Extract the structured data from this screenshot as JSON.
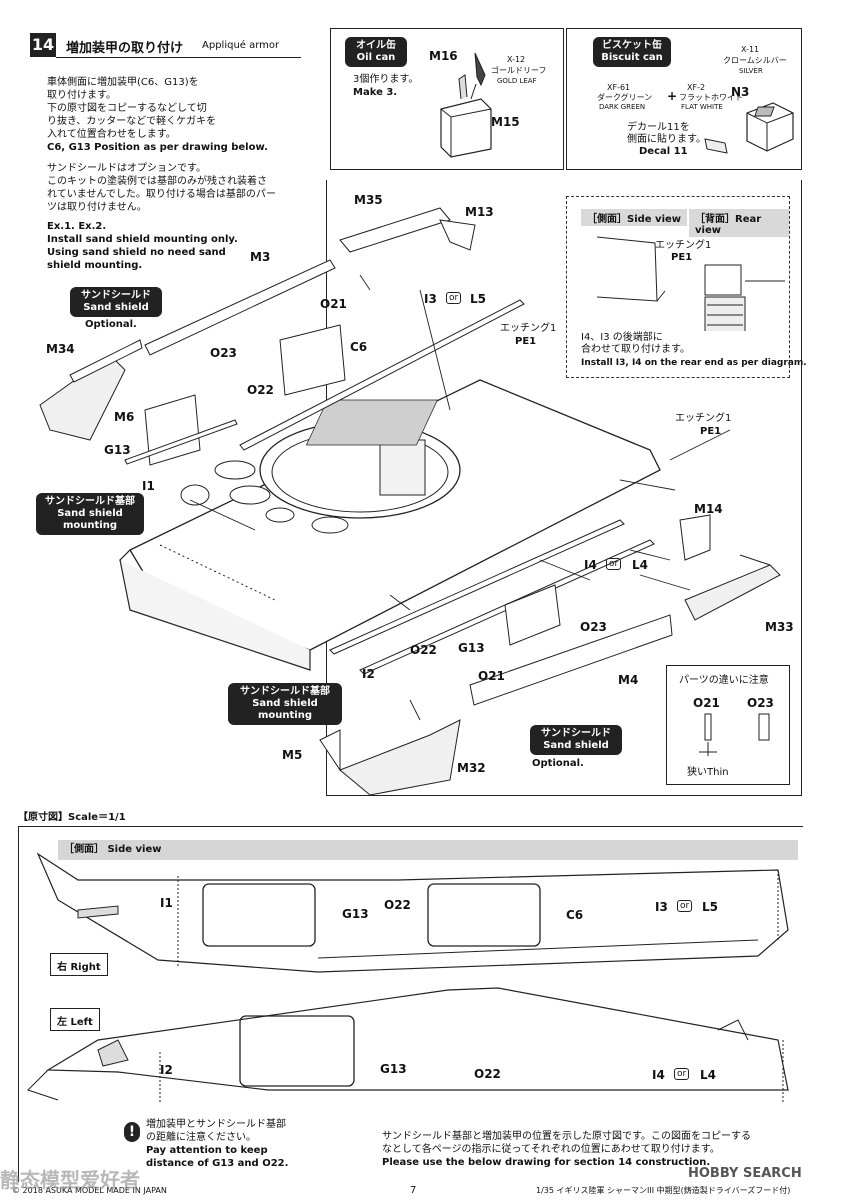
{
  "step": {
    "number": "14",
    "title_jp": "増加装甲の取り付け",
    "title_en": "Appliqué armor",
    "instr_jp_1": "車体側面に増加装甲(C6、G13)を",
    "instr_jp_2": "取り付けます。",
    "instr_jp_3": "下の原寸図をコピーするなどして切",
    "instr_jp_4": "り抜き、カッターなどで軽くケガキを",
    "instr_jp_5": "入れて位置合わせをします。",
    "instr_en": "C6, G13 Position as per drawing below.",
    "opt_jp_1": "サンドシールドはオプションです。",
    "opt_jp_2": "このキットの塗装例では基部のみが残され装着さ",
    "opt_jp_3": "れていませんでした。取り付ける場合は基部のパー",
    "opt_jp_4": "ツは取り付けません。",
    "ex_label": "Ex.1. Ex.2.",
    "ex_line1": "Install sand shield mounting only.",
    "ex_line2": "Using sand shield no need sand",
    "ex_line3": "shield mounting."
  },
  "oilcan": {
    "badge_jp": "オイル缶",
    "badge_en": "Oil can",
    "part_a": "M16",
    "part_b": "M15",
    "paint_code": "X-12",
    "paint_jp": "ゴールドリーフ",
    "paint_en": "GOLD LEAF",
    "make_jp": "3個作ります。",
    "make_en": "Make 3."
  },
  "biscuit": {
    "badge_jp": "ビスケット缶",
    "badge_en": "Biscuit can",
    "paint1_code": "X-11",
    "paint1_jp": "クロームシルバー",
    "paint1_en": "SILVER",
    "paint2_code": "XF-61",
    "paint2_jp": "ダークグリーン",
    "paint2_en": "DARK GREEN",
    "paint3_code": "XF-2",
    "paint3_jp": "フラットホワイト",
    "paint3_en": "FLAT WHITE",
    "plus": "+",
    "part": "N3",
    "decal_jp_1": "デカール11を",
    "decal_jp_2": "側面に貼ります。",
    "decal_en": "Decal 11"
  },
  "rear_inset": {
    "side_view": "［側面］Side view",
    "rear_view": "［背面］Rear view",
    "etch_jp": "エッチング1",
    "etch_en": "PE1",
    "note_jp_1": "I4、I3 の後端部に",
    "note_jp_2": "合わせて取り付けます。",
    "note_en": "Install I3, I4 on the rear end as per diagram."
  },
  "parts": {
    "M35": "M35",
    "M13": "M13",
    "M3": "M3",
    "O21": "O21",
    "I3": "I3",
    "or": "or",
    "L5": "L5",
    "etch": "エッチング1",
    "pe1": "PE1",
    "C6": "C6",
    "M34": "M34",
    "O23": "O23",
    "O22": "O22",
    "M6": "M6",
    "G13": "G13",
    "I1": "I1",
    "M14": "M14",
    "I4": "I4",
    "L4": "L4",
    "M33": "M33",
    "M4": "M4",
    "I2": "I2",
    "M5": "M5",
    "M32": "M32"
  },
  "badges": {
    "sand_shield_jp": "サンドシールド",
    "sand_shield_en": "Sand shield",
    "optional": "Optional.",
    "mount_jp": "サンドシールド基部",
    "mount_en": "Sand shield mounting"
  },
  "diff": {
    "title": "パーツの違いに注意",
    "a": "O21",
    "b": "O23",
    "thin": "狭いThin"
  },
  "scale": {
    "header": "【原寸図】Scale＝1/1",
    "side_view": "［側面］ Side view",
    "right": "右 Right",
    "left": "左 Left"
  },
  "notes": {
    "attention_jp_1": "増加装甲とサンドシールド基部",
    "attention_jp_2": "の距離に注意ください。",
    "attention_en_1": "Pay attention to keep",
    "attention_en_2": "distance of G13 and O22.",
    "copy_jp_1": "サンドシールド基部と増加装甲の位置を示した原寸図です。この図面をコピーする",
    "copy_jp_2": "なとして各ページの指示に従ってそれぞれの位置にあわせて取り付けます。",
    "copy_en": "Please use the below drawing for section 14 construction."
  },
  "footer": {
    "copyright": "© 2018 ASUKA MODEL  MADE IN JAPAN",
    "page": "7",
    "product": "1/35 イギリス陸軍 シャーマンIII 中期型(鋳造製ドライバーズフード付)",
    "watermark_left": "静态模型爱好者",
    "watermark_right": "HOBBY SEARCH"
  }
}
